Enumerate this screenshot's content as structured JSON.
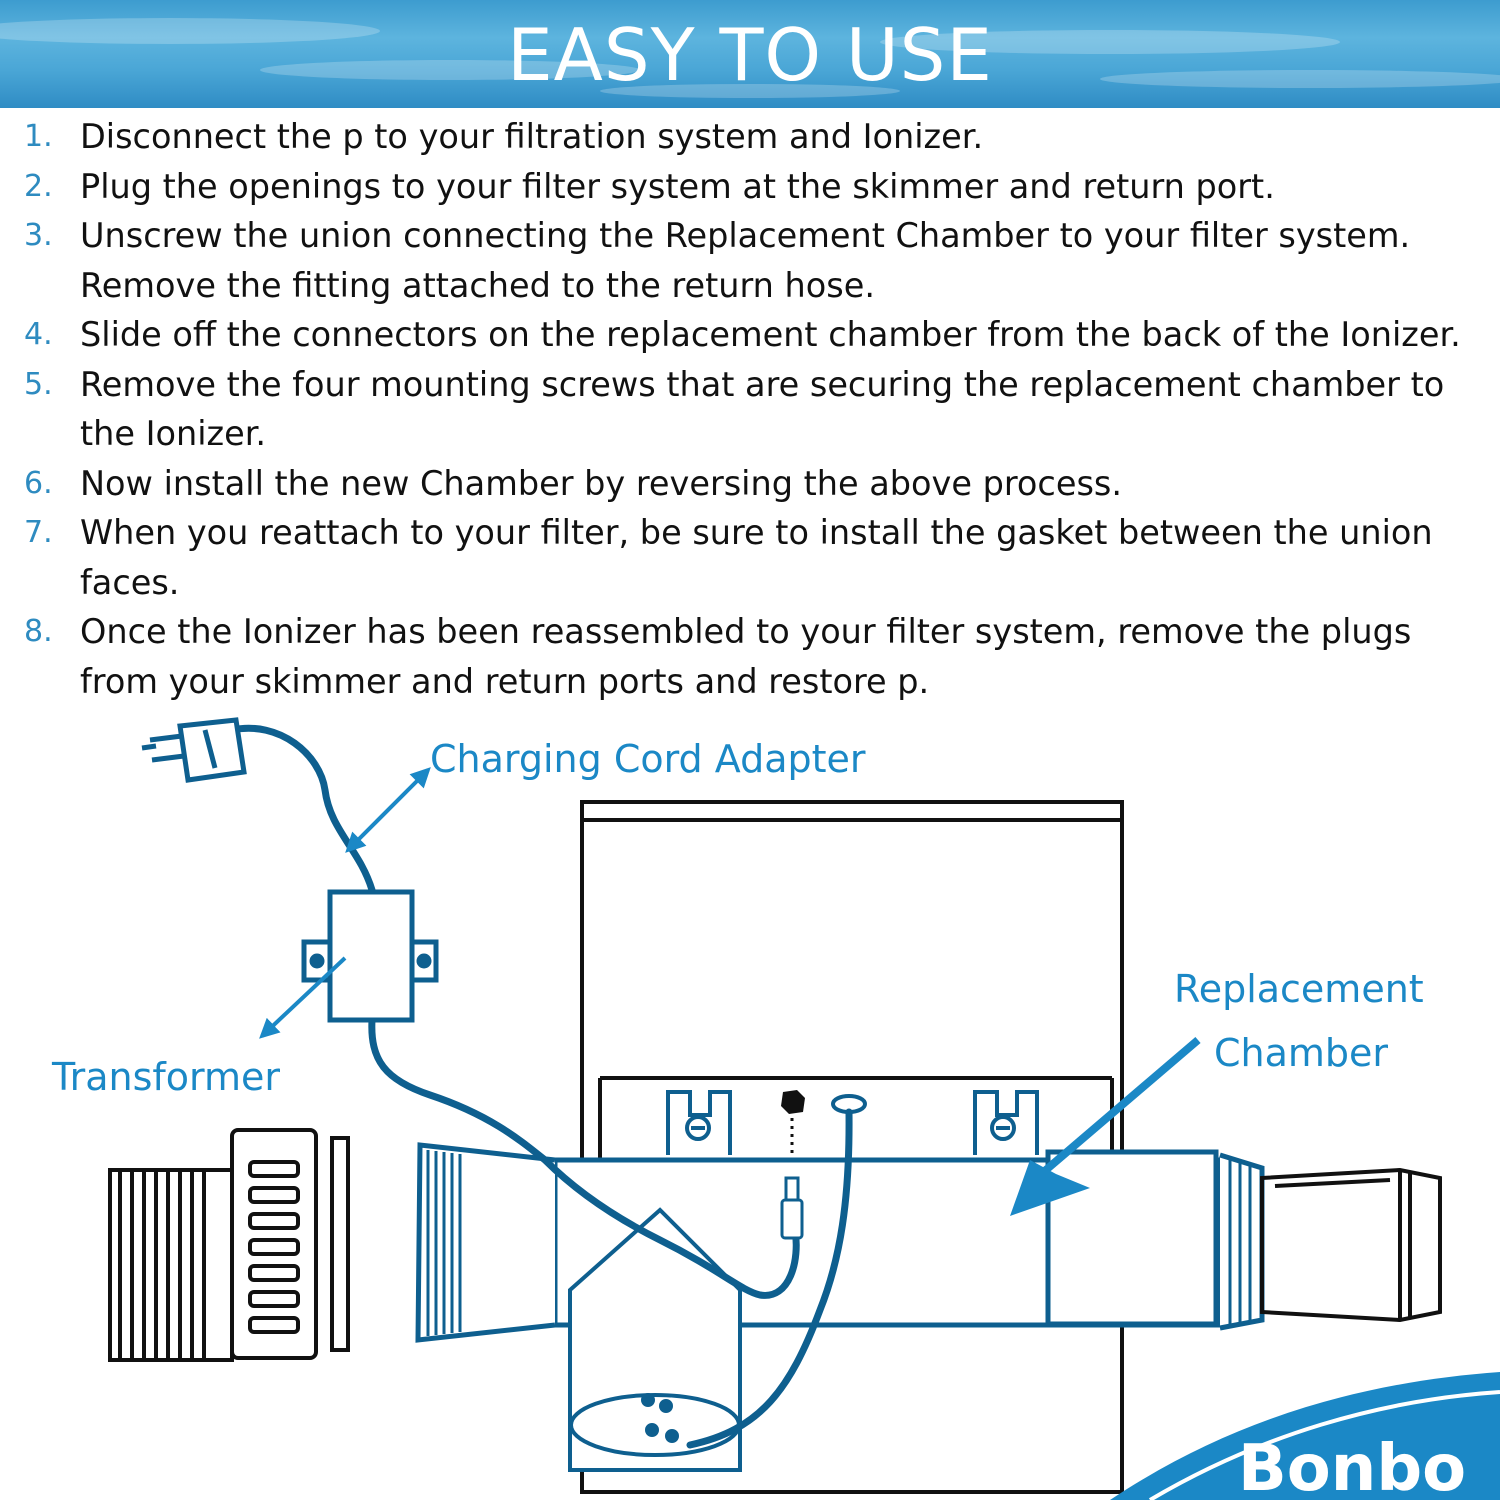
{
  "header": {
    "title": "EASY TO USE"
  },
  "steps": [
    {
      "num": "1.",
      "lines": [
        "Disconnect the p to your filtration system and Ionizer."
      ]
    },
    {
      "num": "2.",
      "lines": [
        "Plug the openings to your filter system at the skimmer and return port."
      ]
    },
    {
      "num": "3.",
      "lines": [
        "Unscrew the union connecting the Replacement Chamber to your filter system.",
        "Remove the fitting attached to the return hose."
      ]
    },
    {
      "num": "4.",
      "lines": [
        "Slide off the connectors on the replacement chamber from the back of the Ionizer."
      ]
    },
    {
      "num": "5.",
      "lines": [
        "Remove the four mounting screws that are securing the replacement chamber to",
        "the Ionizer."
      ]
    },
    {
      "num": "6.",
      "lines": [
        "Now install the new Chamber by reversing the above process."
      ]
    },
    {
      "num": "7.",
      "lines": [
        "When you reattach to your filter, be sure to install the gasket between the union",
        "faces."
      ]
    },
    {
      "num": "8.",
      "lines": [
        "Once the Ionizer has been reassembled to your filter system, remove the plugs",
        "from your skimmer and return ports and restore p."
      ]
    }
  ],
  "diagram": {
    "labels": {
      "charging_cord_adapter": "Charging Cord Adapter",
      "transformer": "Transformer",
      "replacement": "Replacement",
      "chamber": "Chamber"
    },
    "brand": "Bonbo"
  },
  "colors": {
    "accent": "#1b88c6",
    "banner": "#4aa6d6",
    "number": "#2e8bc0",
    "text": "#111111",
    "line_art": "#0e5f8f"
  }
}
